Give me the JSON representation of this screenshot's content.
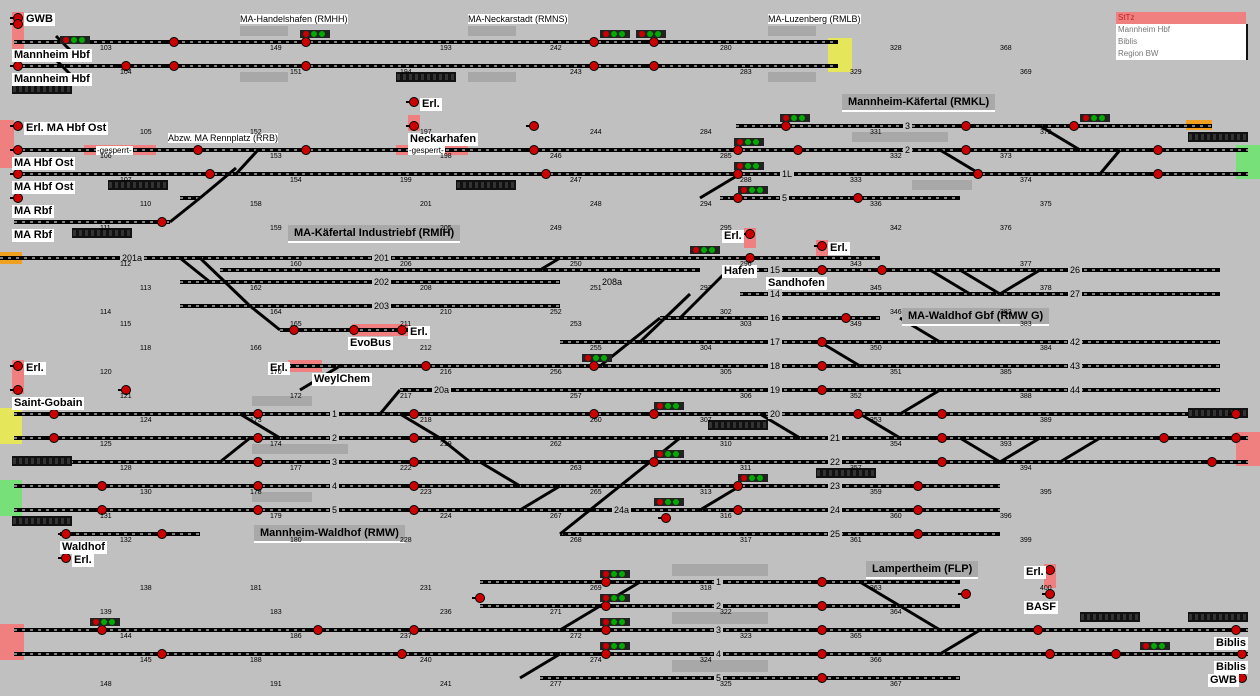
{
  "legend": {
    "items": [
      "StTz",
      "Mannheim Hbf",
      "Biblis",
      "Region BW"
    ]
  },
  "station_labels": [
    {
      "id": "gwb-top",
      "text": "GWB"
    },
    {
      "id": "mannheim-hbf-1",
      "text": "Mannheim Hbf"
    },
    {
      "id": "mannheim-hbf-2",
      "text": "Mannheim Hbf"
    },
    {
      "id": "erl-ma-hbf-ost",
      "text": "Erl. MA Hbf Ost"
    },
    {
      "id": "ma-hbf-ost-1",
      "text": "MA Hbf Ost"
    },
    {
      "id": "ma-hbf-ost-2",
      "text": "MA Hbf Ost"
    },
    {
      "id": "ma-rbf-1",
      "text": "MA Rbf"
    },
    {
      "id": "ma-rbf-2",
      "text": "MA Rbf"
    },
    {
      "id": "erl-neckarhafen",
      "text": "Erl."
    },
    {
      "id": "neckarhafen",
      "text": "Neckarhafen"
    },
    {
      "id": "erl-hafen",
      "text": "Erl."
    },
    {
      "id": "hafen",
      "text": "Hafen"
    },
    {
      "id": "erl-sandhofen",
      "text": "Erl."
    },
    {
      "id": "sandhofen",
      "text": "Sandhofen"
    },
    {
      "id": "erl-evobus",
      "text": "Erl."
    },
    {
      "id": "evobus",
      "text": "EvoBus"
    },
    {
      "id": "erl-weylchem",
      "text": "Erl."
    },
    {
      "id": "weylchem",
      "text": "WeylChem"
    },
    {
      "id": "erl-saint-gobain",
      "text": "Erl."
    },
    {
      "id": "saint-gobain",
      "text": "Saint-Gobain"
    },
    {
      "id": "waldhof",
      "text": "Waldhof"
    },
    {
      "id": "erl-waldhof",
      "text": "Erl."
    },
    {
      "id": "erl-basf",
      "text": "Erl."
    },
    {
      "id": "basf",
      "text": "BASF"
    },
    {
      "id": "biblis-1",
      "text": "Biblis"
    },
    {
      "id": "biblis-2",
      "text": "Biblis"
    },
    {
      "id": "gwb-bottom",
      "text": "GWB"
    }
  ],
  "area_boxes": [
    {
      "id": "rmkl",
      "text": "Mannheim-Käfertal (RMKL)"
    },
    {
      "id": "rmih",
      "text": "MA-Käfertal Industriebf (RMIH)"
    },
    {
      "id": "rmwg",
      "text": "MA-Waldhof Gbf (RMW G)"
    },
    {
      "id": "rmw",
      "text": "Mannheim-Waldhof (RMW)"
    },
    {
      "id": "flp",
      "text": "Lampertheim (FLP)"
    }
  ],
  "small_stations": [
    {
      "id": "rmhh",
      "text": "MA-Handelshafen (RMHH)"
    },
    {
      "id": "rmns",
      "text": "MA-Neckarstadt (RMNS)"
    },
    {
      "id": "rmlb",
      "text": "MA-Luzenberg (RMLB)"
    },
    {
      "id": "rrb",
      "text": "Abzw. MA Rennplatz (RRB)"
    }
  ],
  "blocked": [
    "-gesperrt-",
    "-gesperrt-"
  ],
  "track_numbers": [
    "3",
    "2",
    "1L",
    "5",
    "201a",
    "201",
    "202",
    "203",
    "208a",
    "14",
    "15",
    "16",
    "17",
    "18",
    "19",
    "20a",
    "20",
    "21",
    "22",
    "23",
    "24",
    "24a",
    "25",
    "26",
    "27",
    "42",
    "43",
    "44",
    "1",
    "2",
    "3",
    "4",
    "5",
    "1",
    "2",
    "3",
    "4",
    "5"
  ],
  "signal_numbers": [
    "103",
    "104",
    "105",
    "106",
    "107",
    "110",
    "111",
    "112",
    "113",
    "114",
    "115",
    "118",
    "120",
    "121",
    "124",
    "125",
    "128",
    "130",
    "131",
    "132",
    "138",
    "139",
    "144",
    "145",
    "148",
    "149",
    "151",
    "152",
    "153",
    "154",
    "158",
    "159",
    "160",
    "162",
    "164",
    "165",
    "166",
    "170",
    "172",
    "173",
    "174",
    "177",
    "178",
    "179",
    "180",
    "181",
    "183",
    "186",
    "188",
    "191",
    "193",
    "194",
    "197",
    "198",
    "199",
    "201",
    "205",
    "206",
    "208",
    "210",
    "211",
    "212",
    "216",
    "217",
    "218",
    "219",
    "222",
    "223",
    "224",
    "228",
    "231",
    "236",
    "237",
    "240",
    "241",
    "242",
    "243",
    "244",
    "246",
    "247",
    "248",
    "249",
    "250",
    "251",
    "252",
    "253",
    "255",
    "256",
    "257",
    "260",
    "262",
    "263",
    "265",
    "267",
    "268",
    "269",
    "271",
    "272",
    "274",
    "277",
    "280",
    "283",
    "284",
    "285",
    "288",
    "294",
    "295",
    "296",
    "297",
    "302",
    "303",
    "304",
    "305",
    "306",
    "307",
    "310",
    "311",
    "313",
    "316",
    "317",
    "318",
    "322",
    "323",
    "324",
    "325",
    "328",
    "329",
    "331",
    "332",
    "333",
    "336",
    "342",
    "343",
    "345",
    "346",
    "349",
    "350",
    "351",
    "352",
    "353",
    "354",
    "357",
    "359",
    "360",
    "361",
    "363",
    "364",
    "365",
    "366",
    "367",
    "368",
    "369",
    "372",
    "373",
    "374",
    "375",
    "376",
    "377",
    "378",
    "382",
    "383",
    "384",
    "385",
    "388",
    "389",
    "393",
    "394",
    "395",
    "396",
    "399",
    "400"
  ],
  "colors": {
    "background": "#c0c0c0",
    "track": "#000000",
    "signal_stop": "#cc0000",
    "signal_go": "#00a000",
    "region_pink": "#f08080",
    "region_yellow": "#e6e65a",
    "region_green": "#78e078",
    "region_orange": "#f0a020"
  }
}
